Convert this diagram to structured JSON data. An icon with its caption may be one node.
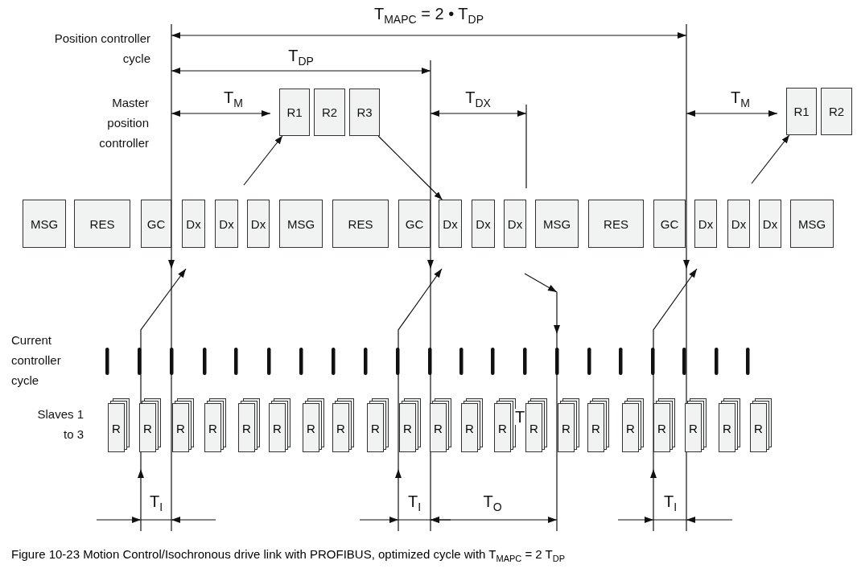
{
  "diagram": {
    "caption": "Figure 10-23 Motion Control/Isochronous drive link with PROFIBUS, optimized cycle with T$_{MAPC}$ = 2 T$_{DP}$",
    "nodes": [
      {
        "text": [
          "R1"
        ]
      },
      {
        "text": [
          "R2"
        ]
      },
      {
        "text": [
          "R3"
        ]
      },
      {
        "text": [
          "R1"
        ]
      },
      {
        "text": [
          "R2"
        ]
      },
      {
        "text": [
          "MSG"
        ]
      },
      {
        "text": [
          "RES"
        ]
      },
      {
        "text": [
          "GC"
        ]
      },
      {
        "text": [
          "Dx"
        ]
      },
      {
        "text": [
          "Dx"
        ]
      },
      {
        "text": [
          "Dx"
        ]
      },
      {
        "text": [
          "MSG"
        ]
      },
      {
        "text": [
          "RES"
        ]
      },
      {
        "text": [
          "GC"
        ]
      },
      {
        "text": [
          "Dx"
        ]
      },
      {
        "text": [
          "Dx"
        ]
      },
      {
        "text": [
          "Dx"
        ]
      },
      {
        "text": [
          "MSG"
        ]
      },
      {
        "text": [
          "RES"
        ]
      },
      {
        "text": [
          "GC"
        ]
      },
      {
        "text": [
          "Dx"
        ]
      },
      {
        "text": [
          "Dx"
        ]
      },
      {
        "text": [
          "Dx"
        ]
      },
      {
        "text": [
          "MSG"
        ]
      },
      {
        "text": [
          "R"
        ]
      },
      {
        "text": [
          "R"
        ]
      },
      {
        "text": [
          "R"
        ]
      },
      {
        "text": [
          "R"
        ]
      },
      {
        "text": [
          "R"
        ]
      },
      {
        "text": [
          "R"
        ]
      },
      {
        "text": [
          "R"
        ]
      },
      {
        "text": [
          "R"
        ]
      },
      {
        "text": [
          "R"
        ]
      },
      {
        "text": [
          "R"
        ]
      },
      {
        "text": [
          "R"
        ]
      },
      {
        "text": [
          "R"
        ]
      },
      {
        "text": [
          "R"
        ]
      },
      {
        "text": [
          "R"
        ]
      },
      {
        "text": [
          "R"
        ]
      },
      {
        "text": [
          "R"
        ]
      },
      {
        "text": [
          "R"
        ]
      },
      {
        "text": [
          "R"
        ]
      },
      {
        "text": [
          "R"
        ]
      },
      {
        "text": [
          "R"
        ]
      },
      {
        "text": [
          "R"
        ]
      }
    ],
    "edges": [
      {
        "from": null,
        "to": 0,
        "arrow": "to"
      },
      {
        "from": 2,
        "to": 14,
        "arrow": "to"
      },
      {
        "from": null,
        "to": 3,
        "arrow": "to"
      }
    ],
    "labels": [
      "T$_{MAPC}$ = 2 • T$_{DP}$",
      "Position controller cycle",
      "T$_{DP}$",
      "Master position controller",
      "T$_{M}$",
      "T$_{DX}$",
      "T$_{M}$",
      "Current controller cycle",
      "Slaves 1 to 3",
      "T",
      "T$_{I}$",
      "T$_{I}$",
      "T$_{O}$",
      "T$_{I}$"
    ]
  }
}
